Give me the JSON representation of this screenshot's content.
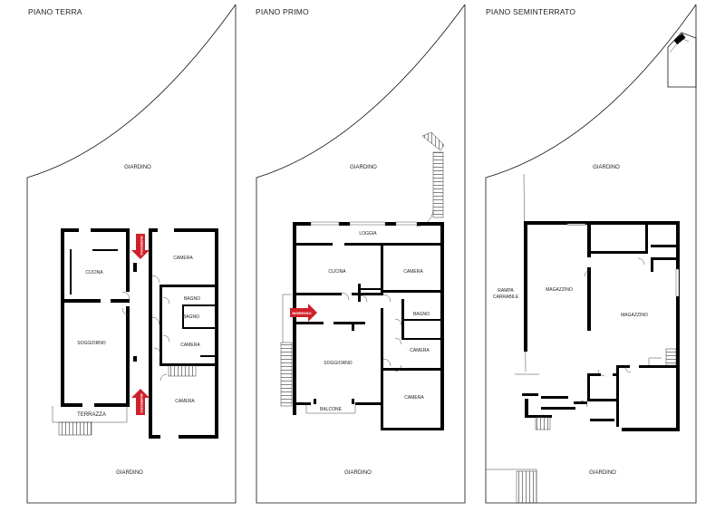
{
  "floors": [
    {
      "title": "PIANO TERRA",
      "garden_top": "GIARDINO",
      "garden_bottom": "GIARDINO",
      "rooms": {
        "cucina": "CUCINA",
        "soggiorno": "SOGGIORNO",
        "camera1": "CAMERA",
        "bagno1": "BAGNO",
        "bagno2": "BAGNO",
        "camera2": "CAMERA",
        "camera3": "CAMERA",
        "terrazza": "TERRAZZA"
      },
      "entries": [
        "INGRESSO",
        "INGRESSO"
      ]
    },
    {
      "title": "PIANO PRIMO",
      "garden_top": "GIARDINO",
      "garden_bottom": "GIARDINO",
      "rooms": {
        "loggia": "LOGGIA",
        "cucina": "CUCINA",
        "camera1": "CAMERA",
        "bagno": "BAGNO",
        "soggiorno": "SOGGIORNO",
        "camera2": "CAMERA",
        "camera3": "CAMERA",
        "balcone": "BALCONE"
      },
      "entries": [
        "INGRESSO"
      ]
    },
    {
      "title": "PIANO SEMINTERRATO",
      "garden_top": "GIARDINO",
      "garden_bottom": "GIARDINO",
      "rooms": {
        "rampa1": "RAMPA",
        "rampa2": "CARRABILE",
        "magazzino1": "MAGAZZINO",
        "magazzino2": "MAGAZZINO"
      }
    }
  ],
  "colors": {
    "wall": "#000000",
    "entry_arrow": "#d0202a",
    "line": "#111111"
  }
}
